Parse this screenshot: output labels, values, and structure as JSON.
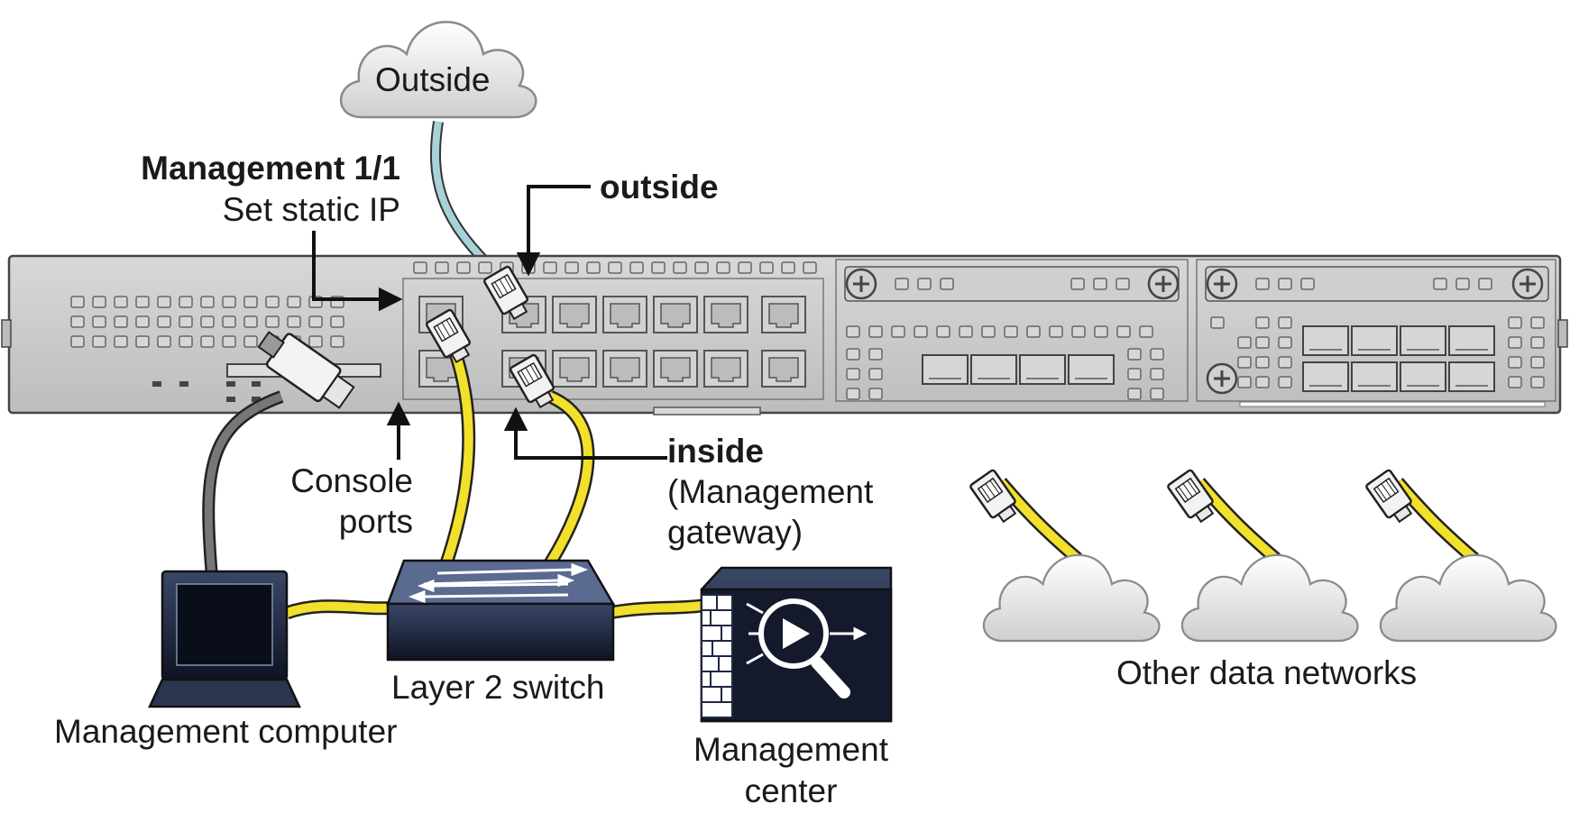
{
  "labels": {
    "outside_cloud": "Outside",
    "management_port_title": "Management 1/1",
    "management_port_sub": "Set static IP",
    "outside_iface": "outside",
    "inside_iface": "inside",
    "inside_note_1": "(Management",
    "inside_note_2": "gateway)",
    "console_1": "Console",
    "console_2": "ports",
    "switch": "Layer 2 switch",
    "computer": "Management computer",
    "center_1": "Management",
    "center_2": "center",
    "other_networks": "Other data networks"
  },
  "colors": {
    "chassis": "#c9c9c9",
    "chassis_edge": "#555555",
    "data_cable": "#f2e02a",
    "outside_cable": "#a6d3d8",
    "console_cable": "#666666",
    "device_dark": "#1f2740",
    "cloud": "#eeeeee"
  },
  "icons": [
    "cloud-icon",
    "rj45-connector-icon",
    "laptop-icon",
    "switch-icon",
    "management-center-icon",
    "firewall-icon"
  ]
}
